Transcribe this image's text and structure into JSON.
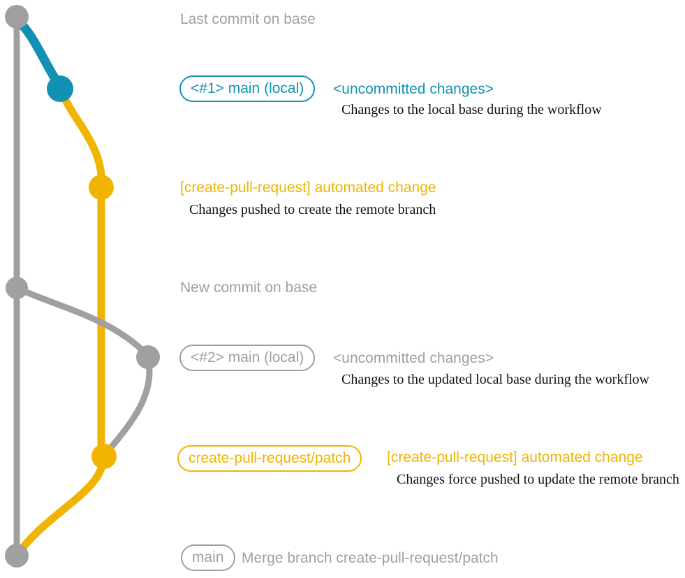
{
  "colors": {
    "gray": "#a0a0a0",
    "blue": "#1291b4",
    "yellow": "#f0b402",
    "dark": "#111111"
  },
  "graph": {
    "branches": [
      "base (gray)",
      "local main (blue)",
      "create-pull-request/patch (yellow)"
    ],
    "commit_count": 7
  },
  "annotations": {
    "last_commit": {
      "text": "Last commit on base"
    },
    "row1": {
      "badge": "<#1> main (local)",
      "title": "<uncommitted changes>",
      "desc": "Changes to the local base during the workflow"
    },
    "row2": {
      "title": "[create-pull-request] automated change",
      "desc": "Changes pushed to create the remote branch"
    },
    "new_commit": {
      "text": "New commit on base"
    },
    "row4": {
      "badge": "<#2> main (local)",
      "title": "<uncommitted changes>",
      "desc": "Changes to the updated local base during the workflow"
    },
    "row5": {
      "badge": "create-pull-request/patch",
      "title": "[create-pull-request] automated change",
      "desc": "Changes force pushed to update the remote branch"
    },
    "row6": {
      "badge": "main",
      "title": "Merge branch create-pull-request/patch"
    }
  }
}
